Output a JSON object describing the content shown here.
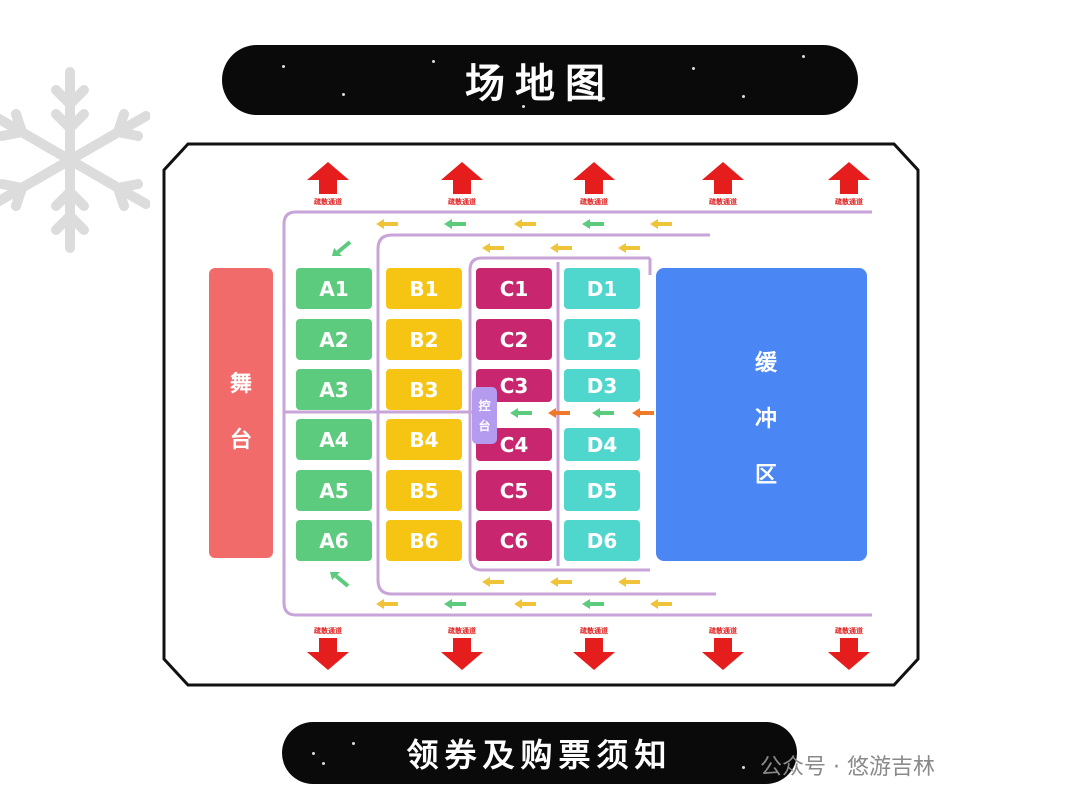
{
  "title": "场地图",
  "footer_banner": "领券及购票须知",
  "watermark": "公众号 · 悠游吉林",
  "stage": {
    "label_1": "舞",
    "label_2": "台"
  },
  "control_booth": {
    "label_1": "控",
    "label_2": "台"
  },
  "buffer_zone": {
    "label_1": "缓",
    "label_2": "冲",
    "label_3": "区"
  },
  "exit_label": "疏散通道",
  "colors": {
    "zone_a": "#5ccb7e",
    "zone_b": "#f6c514",
    "zone_c": "#c8266e",
    "zone_d": "#4fd6cd",
    "stage": "#f26b6b",
    "buffer": "#4a86f4",
    "control": "#b59bf0",
    "exit_arrow": "#e51d1d",
    "path_line": "#c9a4d8"
  },
  "zones": {
    "a": [
      "A1",
      "A2",
      "A3",
      "A4",
      "A5",
      "A6"
    ],
    "b": [
      "B1",
      "B2",
      "B3",
      "B4",
      "B5",
      "B6"
    ],
    "c": [
      "C1",
      "C2",
      "C3",
      "C4",
      "C5",
      "C6"
    ],
    "d": [
      "D1",
      "D2",
      "D3",
      "D4",
      "D5",
      "D6"
    ]
  }
}
